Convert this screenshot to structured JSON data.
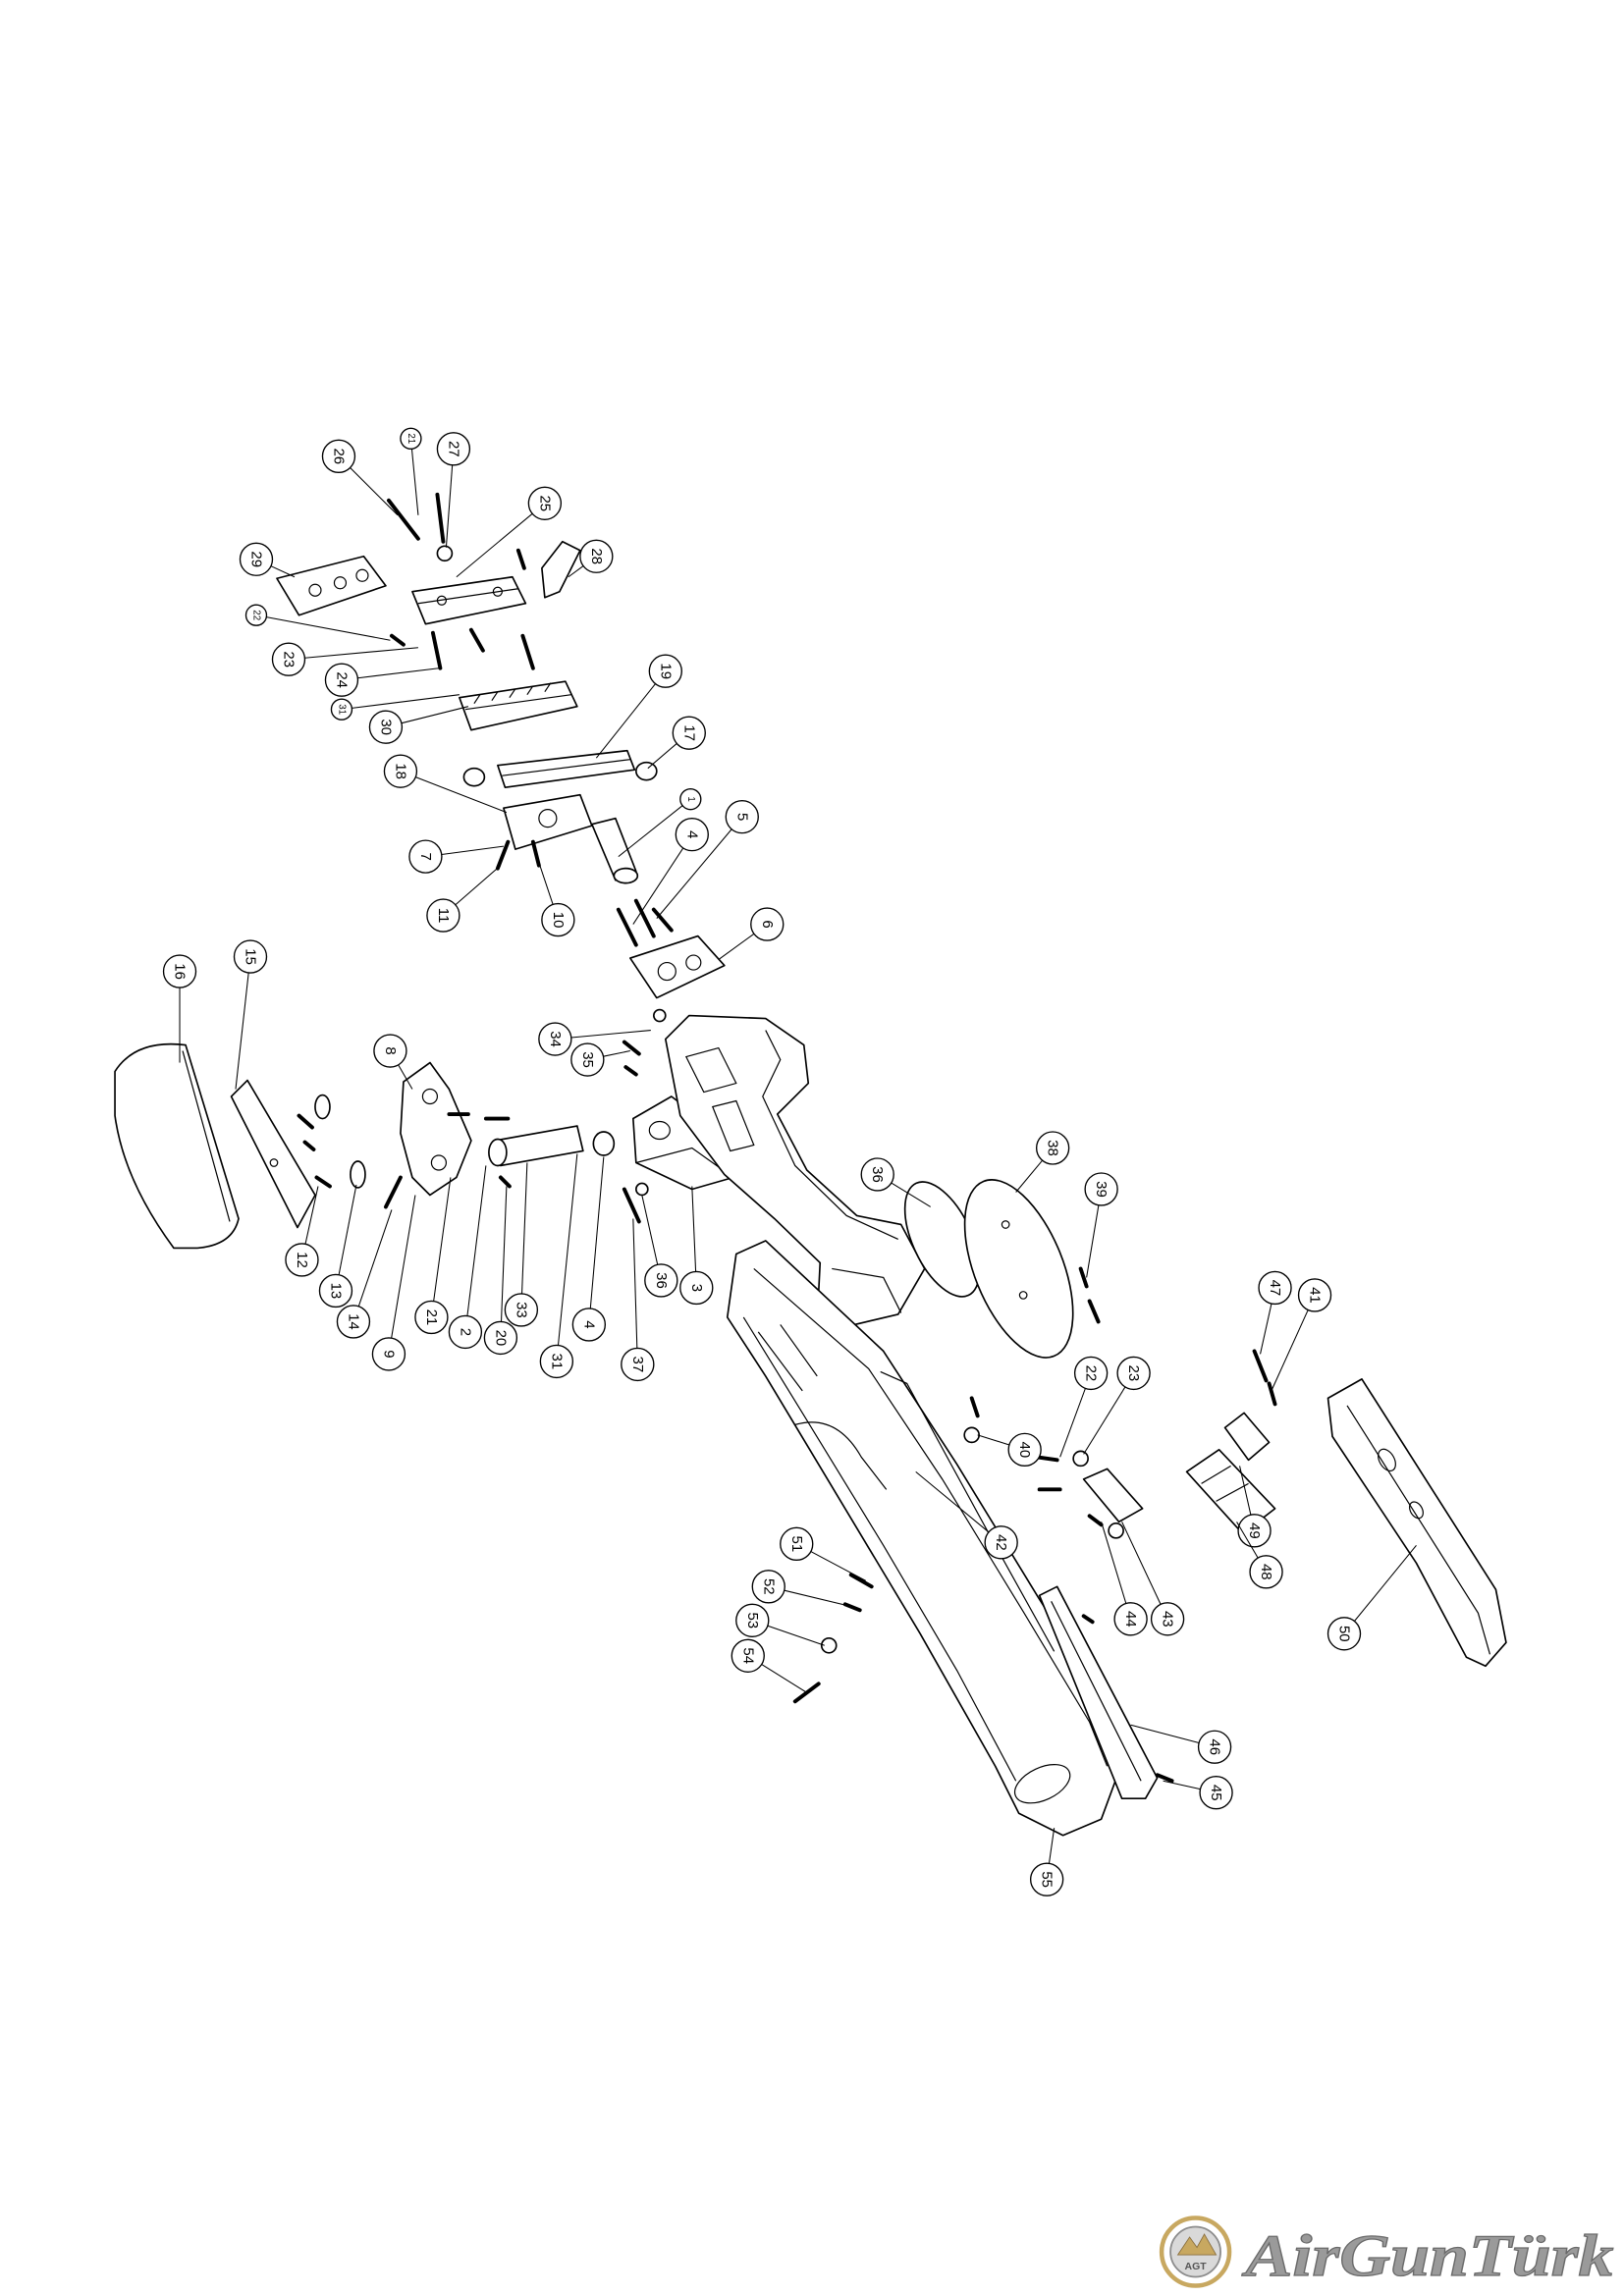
{
  "diagram": {
    "callouts": [
      "26",
      "21",
      "27",
      "25",
      "29",
      "28",
      "22",
      "23",
      "24",
      "31",
      "30",
      "19",
      "17",
      "18",
      "1",
      "7",
      "11",
      "10",
      "4",
      "5",
      "6",
      "16",
      "15",
      "8",
      "34",
      "35",
      "36",
      "38",
      "39",
      "3",
      "12",
      "13",
      "14",
      "9",
      "21",
      "2",
      "20",
      "33",
      "31",
      "4",
      "37",
      "36",
      "47",
      "41",
      "22",
      "23",
      "40",
      "42",
      "49",
      "48",
      "43",
      "44",
      "50",
      "51",
      "52",
      "53",
      "54",
      "46",
      "45",
      "55"
    ]
  },
  "logo": {
    "text": "AirGunTürk",
    "emblem_text": "AGT"
  },
  "colors": {
    "line": "#000000",
    "logo_gold": "#c8a860",
    "logo_gray": "#8c8c8c"
  }
}
